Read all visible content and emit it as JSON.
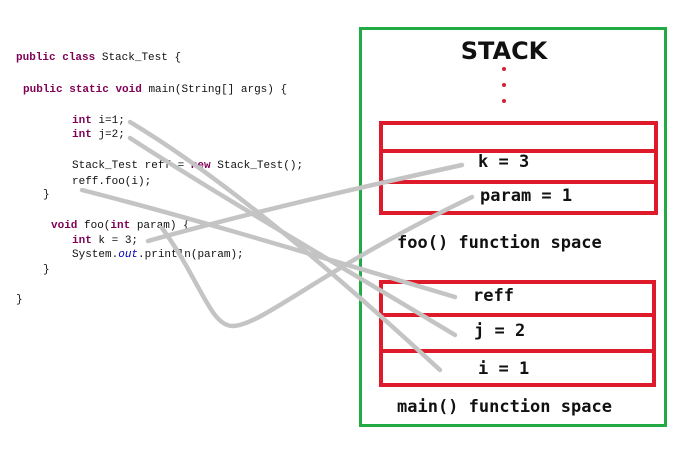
{
  "code": {
    "line_class": [
      "public",
      "class",
      "Stack_Test {"
    ],
    "line_main": [
      "public",
      "static",
      "void",
      "main(String[] args) {"
    ],
    "line_int_i": [
      "int",
      "i=1;"
    ],
    "line_int_j": [
      "int",
      "j=2;"
    ],
    "line_new_pre": "Stack_Test reff = ",
    "line_new_kw": "new",
    "line_new_post": " Stack_Test();",
    "line_call": "reff.foo(i);",
    "line_close_main": "}",
    "line_foo_kw": "void",
    "line_foo_mid": " foo(",
    "line_foo_kw2": "int",
    "line_foo_post": " param) {",
    "line_int_k": [
      "int",
      "k = 3;"
    ],
    "line_print_pre": "System.",
    "line_print_out": "out",
    "line_print_post": ".println(param);",
    "line_close_foo": "}",
    "line_close_class": "}"
  },
  "stack": {
    "title": "STACK",
    "foo_cells": [
      "",
      "k = 3",
      "param = 1"
    ],
    "foo_label": "foo() function space",
    "main_cells": [
      "reff",
      "j = 2",
      "i = 1"
    ],
    "main_label": "main() function space"
  },
  "colors": {
    "frame": "#22aa44",
    "cell_border": "#dd1b2b",
    "arrows": "#c4c4c4",
    "keyword": "#7f0055"
  }
}
